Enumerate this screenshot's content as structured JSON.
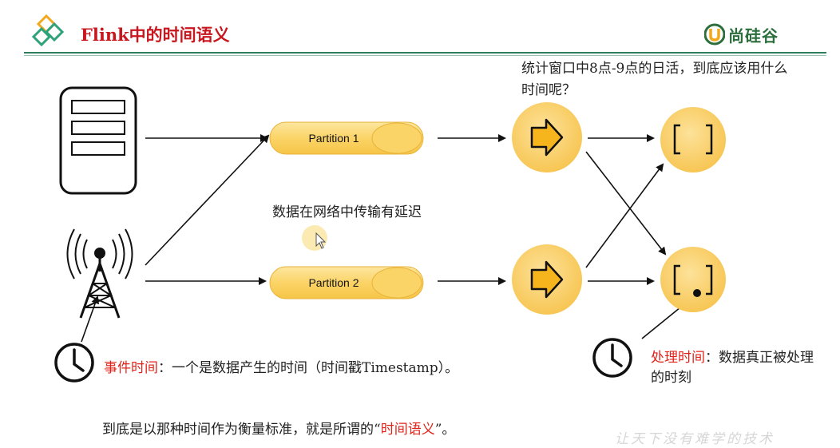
{
  "header": {
    "title": "Flink中的时间语义",
    "brand_name": "尚硅谷"
  },
  "diagram": {
    "partition_1_label": "Partition 1",
    "partition_2_label": "Partition 2",
    "question_text": "统计窗口中8点-9点的日活，到底应该用什么时间呢？",
    "network_delay_text": "数据在网络中传输有延迟",
    "event_time_term": "事件时间",
    "event_time_desc": "：一个是数据产生的时间（时间戳Timestamp）。",
    "processing_time_term": "处理时间",
    "processing_time_desc": "：数据真正被处理的时刻",
    "bottom_prefix": "到底是以那种时间作为衡量标准，就是所谓的“",
    "bottom_term": "时间语义",
    "bottom_suffix": "”。"
  },
  "footer": {
    "watermark": "让天下没有难学的技术"
  },
  "colors": {
    "title_red": "#c8171e",
    "accent_red": "#e2231a",
    "brand_green": "#2c6e3c",
    "node_yellow": "#fbd467",
    "arrow_orange": "#f7b51d"
  }
}
